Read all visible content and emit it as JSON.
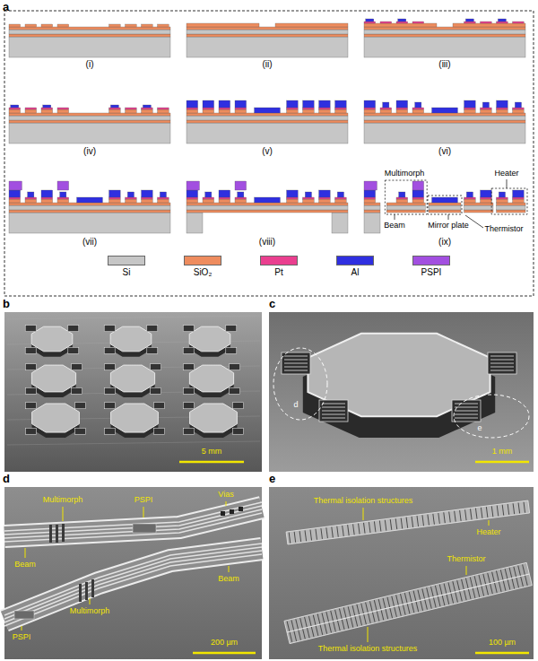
{
  "diagram": {
    "labels": [
      "a",
      "(i)",
      "(ii)",
      "(iii)",
      "(iv)",
      "(v)",
      "(vi)",
      "(vii)",
      "(viii)",
      "Multimorph",
      "Heater",
      "Beam",
      "Mirror plate",
      "Thermistor",
      "(ix)",
      "b",
      "5 mm",
      "c",
      "d",
      "e",
      "1 mm",
      "d",
      "Multimorph",
      "PSPI",
      "Vias",
      "Beam",
      "Beam",
      "Multimorph",
      "PSPI",
      "200 µm",
      "e",
      "Thermal isolation structures",
      "Heater",
      "Thermistor",
      "Thermal isolation structures",
      "100 µm"
    ],
    "legend": [
      {
        "text": "Si",
        "color": "#c6c6c6"
      },
      {
        "text": "SiO₂",
        "color": "#ee8c5e"
      },
      {
        "text": "Pt",
        "color": "#ea3f8f"
      },
      {
        "text": "Al",
        "color": "#2f2fe0"
      },
      {
        "text": "PSPI",
        "color": "#a24fe0"
      }
    ]
  }
}
